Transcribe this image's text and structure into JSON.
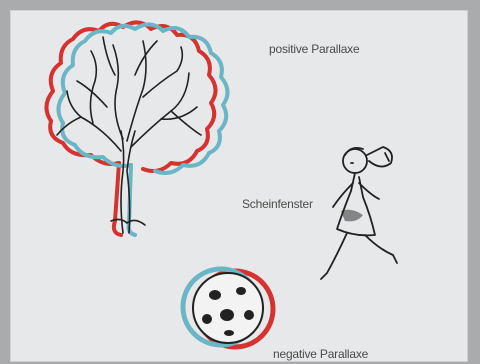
{
  "labels": {
    "positive_parallax": "positive Parallaxe",
    "window": "Scheinfenster",
    "negative_parallax": "negative Parallaxe"
  },
  "colors": {
    "anaglyph_red": "#d6322f",
    "anaglyph_cyan": "#6ab6c6",
    "ink": "#222222",
    "panel": "#e7e8e9",
    "outer": "#a9abad"
  },
  "icons": [
    "tree-illustration",
    "girl-running-illustration",
    "ball-illustration"
  ]
}
